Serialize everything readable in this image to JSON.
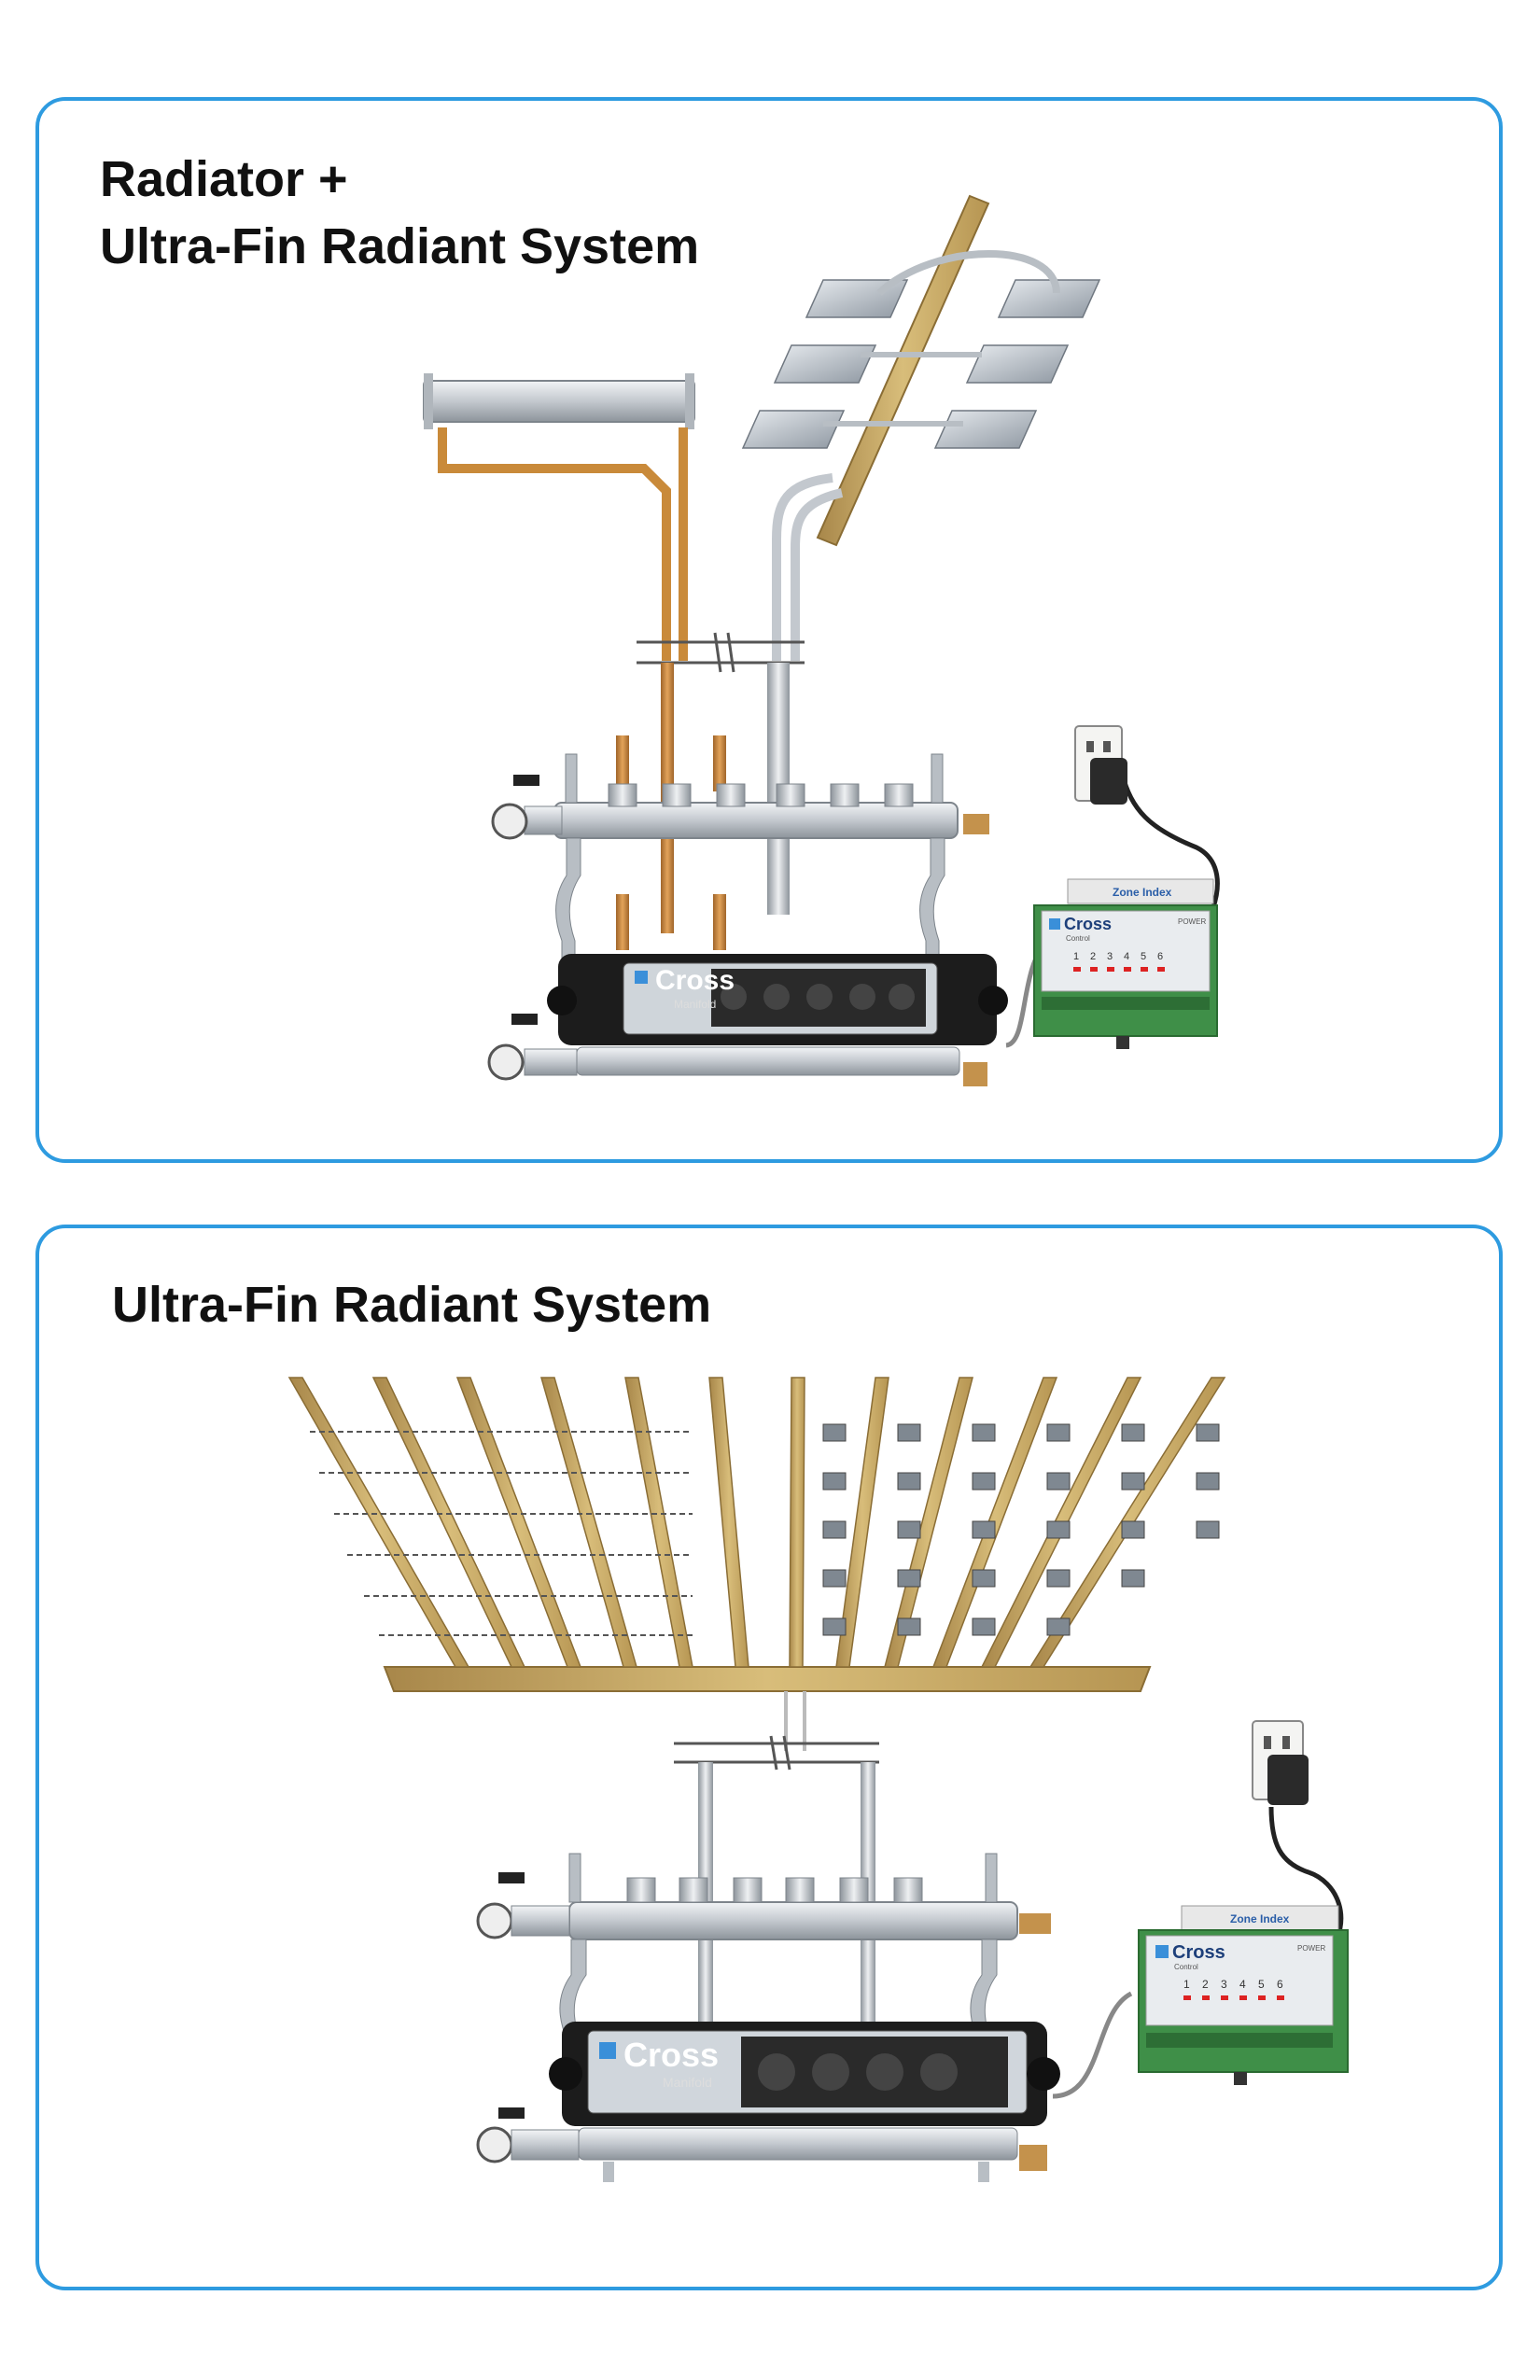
{
  "panels": [
    {
      "title_lines": [
        "Radiator +",
        "Ultra-Fin Radiant System"
      ],
      "manifold": {
        "brand": "Cross",
        "model": "Manifold"
      },
      "controller": {
        "header": "Zone Index",
        "brand": "Cross",
        "model": "Control",
        "power_label": "POWER",
        "zones": [
          "1",
          "2",
          "3",
          "4",
          "5",
          "6"
        ]
      }
    },
    {
      "title_lines": [
        "Ultra-Fin Radiant System"
      ],
      "manifold": {
        "brand": "Cross",
        "model": "Manifold"
      },
      "controller": {
        "header": "Zone Index",
        "brand": "Cross",
        "model": "Control",
        "power_label": "POWER",
        "zones": [
          "1",
          "2",
          "3",
          "4",
          "5",
          "6"
        ]
      }
    }
  ],
  "colors": {
    "frame": "#2e9be0",
    "joist": "#c9a95c",
    "copper": "#c98a3a",
    "manifold_black": "#1c1c1c",
    "pcb_green": "#3f8f48"
  }
}
